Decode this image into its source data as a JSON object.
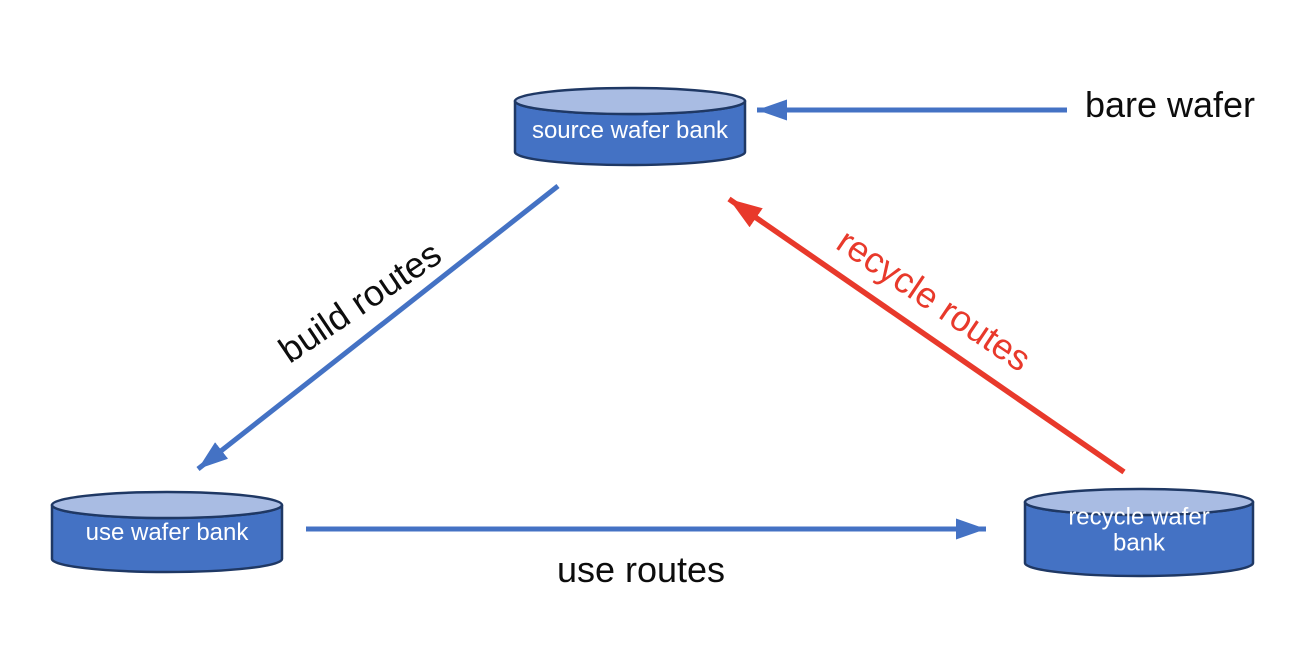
{
  "nodes": {
    "source": {
      "label": "source wafer bank"
    },
    "use": {
      "label": "use wafer bank"
    },
    "recycle": {
      "label": "recycle wafer bank"
    }
  },
  "edges": {
    "bare_wafer": {
      "label": "bare wafer",
      "from": "external",
      "to": "source",
      "color": "#4472c4"
    },
    "build_routes": {
      "label": "build routes",
      "from": "source",
      "to": "use",
      "color": "#4472c4"
    },
    "use_routes": {
      "label": "use routes",
      "from": "use",
      "to": "recycle",
      "color": "#4472c4"
    },
    "recycle_routes": {
      "label": "recycle routes",
      "from": "recycle",
      "to": "source",
      "color": "#e8392b"
    }
  },
  "colors": {
    "node_fill": "#4472c4",
    "node_top": "#a9bce3",
    "node_stroke": "#1f3864",
    "arrow_blue": "#4472c4",
    "arrow_red": "#e8392b",
    "label_text": "#0d0d0d",
    "node_label_text": "#ffffff"
  }
}
